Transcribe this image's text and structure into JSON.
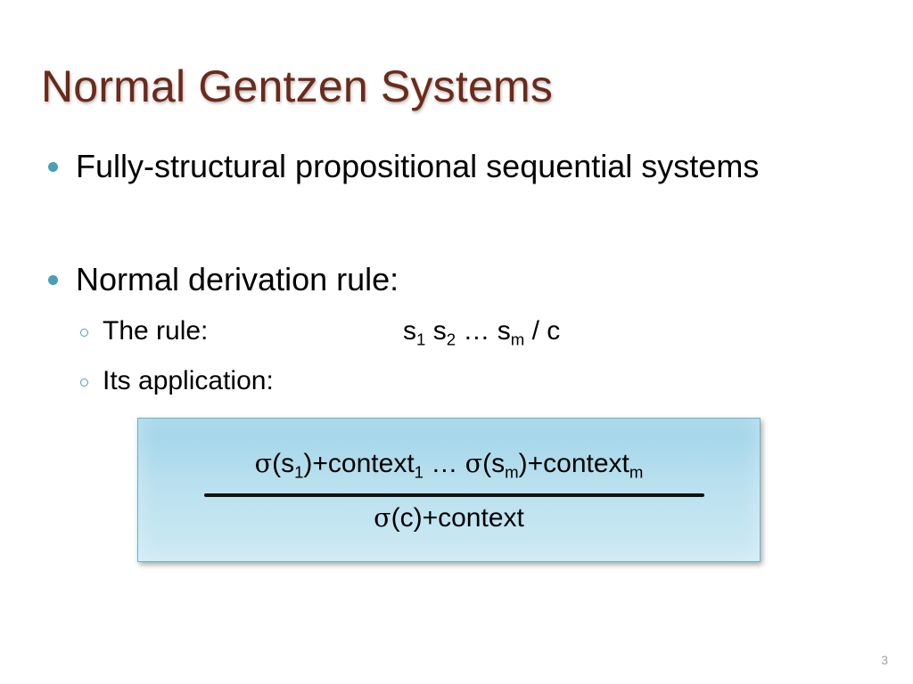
{
  "slide": {
    "title": "Normal Gentzen Systems",
    "bullets": [
      {
        "text": "Fully-structural propositional sequential systems"
      },
      {
        "text": "Normal derivation rule:"
      }
    ],
    "sub_bullets": [
      {
        "label": "The rule:"
      },
      {
        "label": "Its application:"
      }
    ],
    "rule_formula": {
      "s": "s",
      "i1": "1",
      "i2": "2",
      "im": "m",
      "ellipsis": "…",
      "slash_c": "/ c"
    },
    "box": {
      "sigma": "σ",
      "premise_open": "(s",
      "premise_i1": "1",
      "premise_mid1": ")+context",
      "premise_i1b": "1",
      "premise_ellipsis": " … ",
      "premise_sigma2": "σ",
      "premise_open2": "(s",
      "premise_im": "m",
      "premise_mid2": ")+context",
      "premise_imb": "m",
      "conclusion_sigma": "σ",
      "conclusion_text": "(c)+context"
    },
    "page_number": "3"
  }
}
